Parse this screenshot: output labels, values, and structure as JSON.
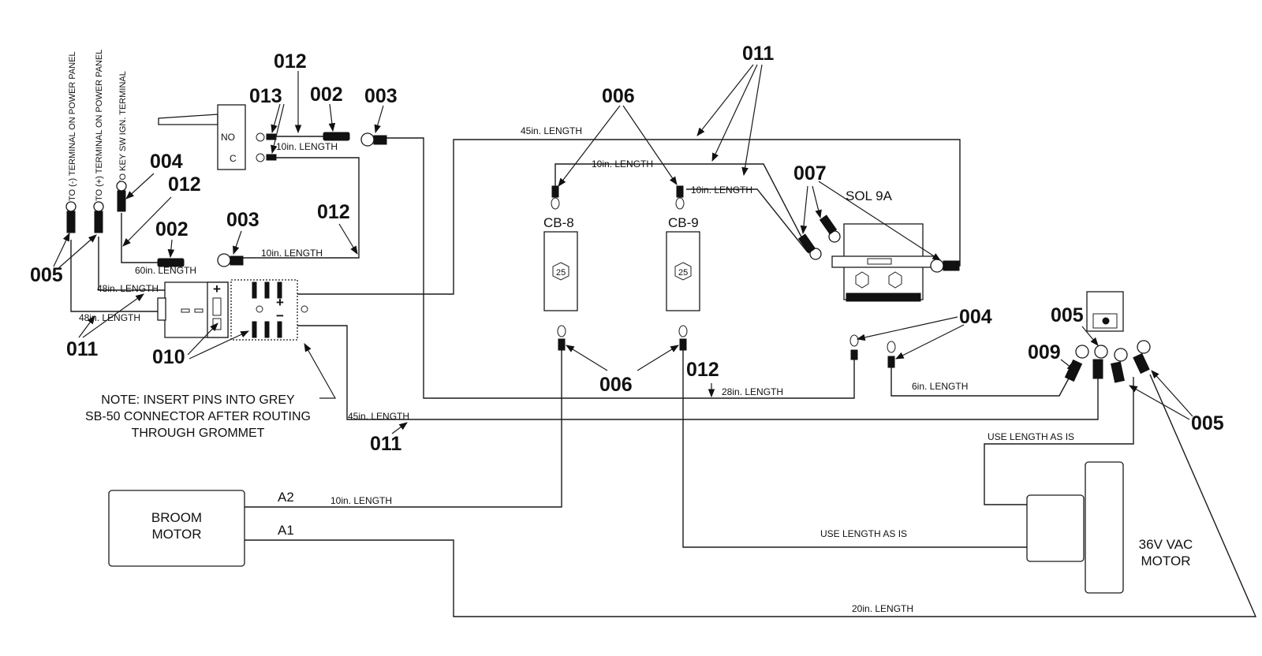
{
  "parts": {
    "p005": "005",
    "p004": "004",
    "p012": "012",
    "p002": "002",
    "p011": "011",
    "p010": "010",
    "p013": "013",
    "p003": "003",
    "p006": "006",
    "p007": "007",
    "p009": "009"
  },
  "lengths": {
    "l10": "10in. LENGTH",
    "l45": "45in. LENGTH",
    "l60": "60in. LENGTH",
    "l48": "48in. LENGTH",
    "l28": "28in. LENGTH",
    "l6": "6in. LENGTH",
    "l20": "20in. LENGTH",
    "asis": "USE  LENGTH AS IS"
  },
  "terminals": {
    "neg": "TO (-) TERMINAL ON POWER PANEL",
    "pos": "TO (+) TERMINAL ON POWER PANEL",
    "key": "TO KEY SW IGN. TERMINAL"
  },
  "switch": {
    "no": "NO",
    "c": "C"
  },
  "components": {
    "cb8": "CB-8",
    "cb9": "CB-9",
    "cb_rating": "25",
    "sol": "SOL 9A",
    "broom_line1": "BROOM",
    "broom_line2": "MOTOR",
    "vac_line1": "36V VAC",
    "vac_line2": "MOTOR",
    "a2": "A2",
    "a1": "A1"
  },
  "connector": {
    "plus": "+",
    "minus": "−"
  },
  "note": {
    "line1": "NOTE: INSERT PINS INTO GREY",
    "line2": "SB-50 CONNECTOR AFTER ROUTING",
    "line3": "THROUGH GROMMET"
  }
}
